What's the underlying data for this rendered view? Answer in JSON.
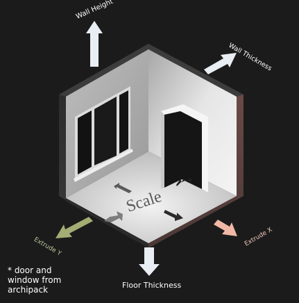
{
  "labels": {
    "wall_height": "Wall Height",
    "wall_thickness": "Wall Thickness",
    "extrude_y": "Extrude Y",
    "extrude_x": "Extrude X",
    "floor_thickness": "Floor Thickness",
    "scale": "Scale"
  },
  "note": {
    "line1": "* door and",
    "line2": "window from",
    "line3": "archipack"
  },
  "colors": {
    "background": "#1b1b1b",
    "extrude_y_arrow": "#a3ad74",
    "extrude_x_arrow": "#f1b8a6",
    "axis_arrow": "#e9eef4"
  }
}
